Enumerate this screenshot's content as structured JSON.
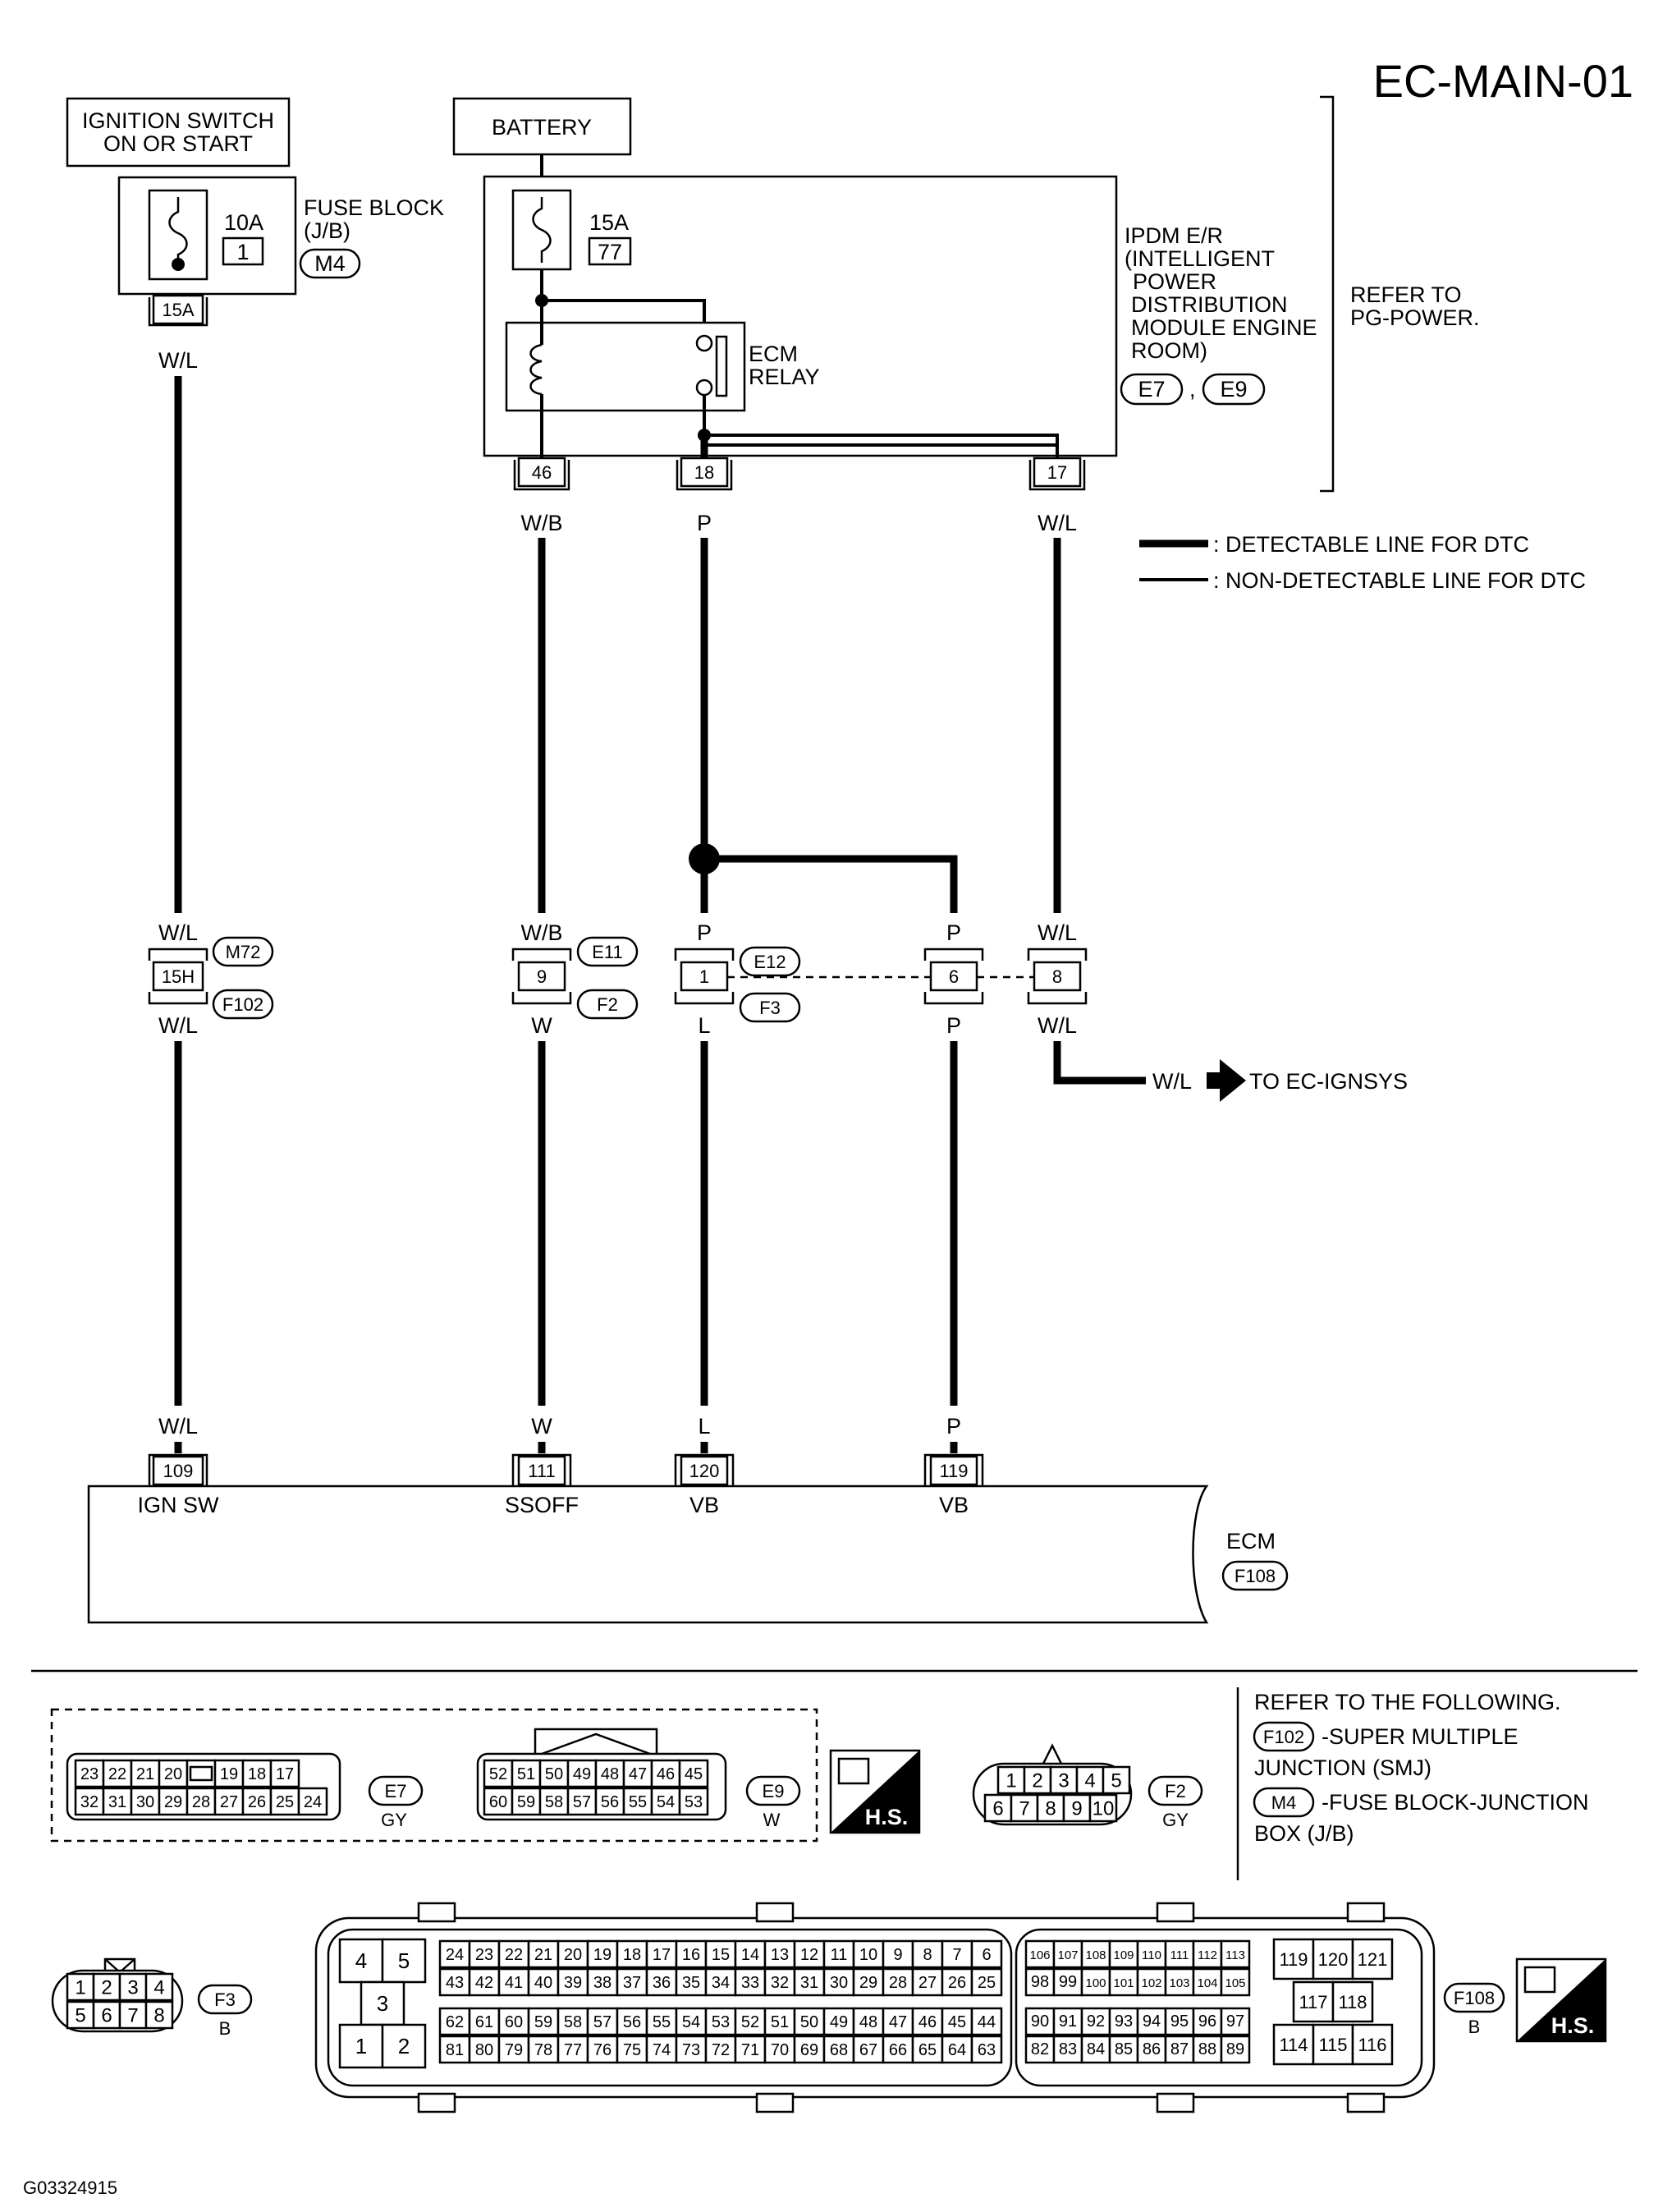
{
  "page_title": "EC-MAIN-01",
  "figure_id": "G03324915",
  "ignition_switch": {
    "line1": "IGNITION SWITCH",
    "line2": "ON OR START"
  },
  "battery": "BATTERY",
  "fuse_block": {
    "label_line1": "FUSE BLOCK",
    "label_line2": "(J/B)",
    "connector": "M4",
    "fuse_rating": "10A",
    "fuse_no": "1",
    "terminal": "15A"
  },
  "ipdm": {
    "fuse_rating": "15A",
    "fuse_no": "77",
    "relay_label_line1": "ECM",
    "relay_label_line2": "RELAY",
    "label_lines": [
      "IPDM E/R",
      "(INTELLIGENT",
      "POWER",
      "DISTRIBUTION",
      "MODULE ENGINE",
      "ROOM)"
    ],
    "connector_a": "E7",
    "connector_sep": ",",
    "connector_b": "E9",
    "terminals": [
      "46",
      "18",
      "17"
    ]
  },
  "refer_power": {
    "line1": "REFER TO",
    "line2": "PG-POWER."
  },
  "legend": {
    "detectable": ": DETECTABLE LINE FOR DTC",
    "non_detectable": ": NON-DETECTABLE LINE FOR DTC"
  },
  "wires": {
    "wl": "W/L",
    "wb": "W/B",
    "p": "P",
    "w": "W",
    "l": "L"
  },
  "junctions": {
    "m72": "M72",
    "f102": "F102",
    "e11": "E11",
    "f2": "F2",
    "e12": "E12",
    "f3": "F3",
    "pin_15h": "15H",
    "pin_9": "9",
    "pin_1": "1",
    "pin_6": "6",
    "pin_8": "8"
  },
  "to_ignsys": {
    "wire": "W/L",
    "text": "TO EC-IGNSYS"
  },
  "ecm": {
    "label": "ECM",
    "connector": "F108",
    "pins": [
      "109",
      "111",
      "120",
      "119"
    ],
    "signals": [
      "IGN SW",
      "SSOFF",
      "VB",
      "VB"
    ]
  },
  "refer_following": {
    "title": "REFER TO THE FOLLOWING.",
    "f102_code": "F102",
    "f102_line1": "-SUPER MULTIPLE",
    "f102_line2": "JUNCTION (SMJ)",
    "m4_code": "M4",
    "m4_line1": "-FUSE BLOCK-JUNCTION",
    "m4_line2": "BOX (J/B)"
  },
  "connector_views": {
    "e7": {
      "code": "E7",
      "color": "GY",
      "row1": [
        "23",
        "22",
        "21",
        "20",
        "",
        "19",
        "18",
        "17"
      ],
      "row2": [
        "32",
        "31",
        "30",
        "29",
        "28",
        "27",
        "26",
        "25",
        "24"
      ]
    },
    "e9": {
      "code": "E9",
      "color": "W",
      "row1": [
        "52",
        "51",
        "50",
        "49",
        "48",
        "47",
        "46",
        "45"
      ],
      "row2": [
        "60",
        "59",
        "58",
        "57",
        "56",
        "55",
        "54",
        "53"
      ]
    },
    "f2": {
      "code": "F2",
      "color": "GY",
      "row1": [
        "1",
        "2",
        "3",
        "4",
        "5"
      ],
      "row2": [
        "6",
        "7",
        "8",
        "9",
        "10"
      ]
    },
    "f3": {
      "code": "F3",
      "color": "B",
      "row1": [
        "1",
        "2",
        "3",
        "4"
      ],
      "row2": [
        "5",
        "6",
        "7",
        "8"
      ]
    },
    "hs": "H.S.",
    "f108": {
      "code": "F108",
      "color": "B",
      "block_a": [
        "4",
        "5",
        "3",
        "1",
        "2"
      ],
      "r1": [
        "24",
        "23",
        "22",
        "21",
        "20",
        "19",
        "18",
        "17",
        "16",
        "15",
        "14",
        "13",
        "12",
        "11",
        "10",
        "9",
        "8",
        "7",
        "6"
      ],
      "r2": [
        "43",
        "42",
        "41",
        "40",
        "39",
        "38",
        "37",
        "36",
        "35",
        "34",
        "33",
        "32",
        "31",
        "30",
        "29",
        "28",
        "27",
        "26",
        "25"
      ],
      "r3": [
        "62",
        "61",
        "60",
        "59",
        "58",
        "57",
        "56",
        "55",
        "54",
        "53",
        "52",
        "51",
        "50",
        "49",
        "48",
        "47",
        "46",
        "45",
        "44"
      ],
      "r4": [
        "81",
        "80",
        "79",
        "78",
        "77",
        "76",
        "75",
        "74",
        "73",
        "72",
        "71",
        "70",
        "69",
        "68",
        "67",
        "66",
        "65",
        "64",
        "63"
      ],
      "s1": [
        "106",
        "107",
        "108",
        "109",
        "110",
        "111",
        "112",
        "113"
      ],
      "s2": [
        "98",
        "99",
        "100",
        "101",
        "102",
        "103",
        "104",
        "105"
      ],
      "s3": [
        "90",
        "91",
        "92",
        "93",
        "94",
        "95",
        "96",
        "97"
      ],
      "s4": [
        "82",
        "83",
        "84",
        "85",
        "86",
        "87",
        "88",
        "89"
      ],
      "p1": [
        "119",
        "120",
        "121"
      ],
      "p2": [
        "117",
        "118"
      ],
      "p3": [
        "114",
        "115",
        "116"
      ]
    }
  }
}
